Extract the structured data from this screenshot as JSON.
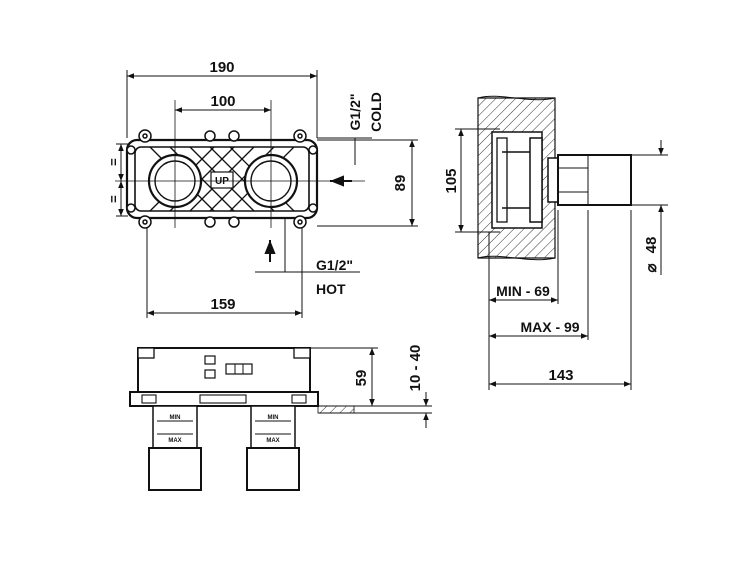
{
  "dimensions": {
    "width_190": "190",
    "spacing_100": "100",
    "height_89": "89",
    "depth_159": "159",
    "height_105": "105",
    "diameter_48": "48",
    "min_depth": "MIN - 69",
    "max_depth": "MAX - 99",
    "total_143": "143",
    "height_59": "59",
    "range_10_40": "10 - 40"
  },
  "labels": {
    "cold_thread": "G1/2\"",
    "cold": "COLD",
    "hot_thread": "G1/2\"",
    "hot": "HOT",
    "equal_mark": "=",
    "diameter_symbol": "⌀",
    "box_center_text": "UP",
    "stem_min": "MIN",
    "stem_max": "MAX"
  }
}
